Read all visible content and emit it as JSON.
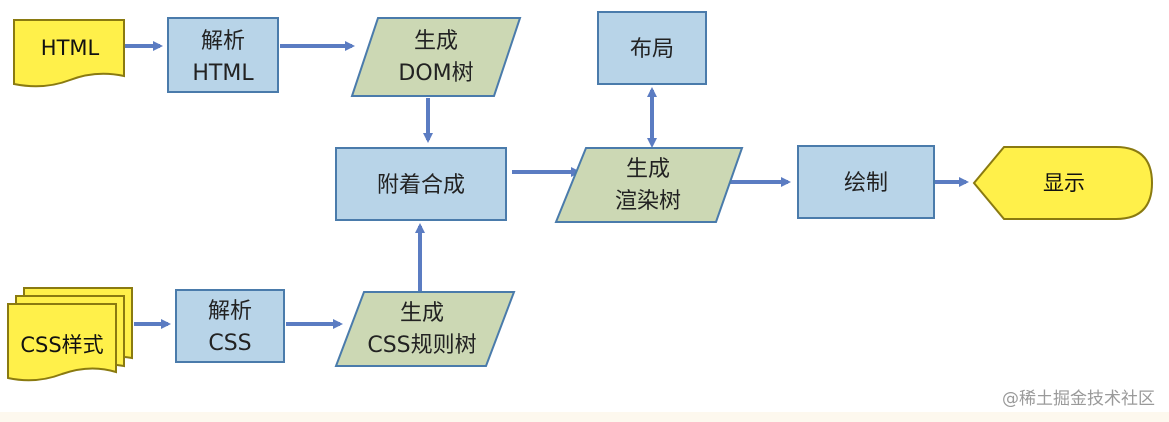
{
  "colors": {
    "process_fill": "#b8d4e8",
    "process_stroke": "#4a7bab",
    "data_fill": "#ccd8b4",
    "data_stroke": "#4a7bab",
    "document_fill": "#fff04a",
    "document_stroke": "#8a7a10",
    "arrow": "#5b7cc2"
  },
  "nodes": {
    "html_doc": {
      "line1": "HTML"
    },
    "parse_html": {
      "line1": "解析",
      "line2": "HTML"
    },
    "gen_dom": {
      "line1": "生成",
      "line2": "DOM树"
    },
    "attach": {
      "line1": "附着合成"
    },
    "layout": {
      "line1": "布局"
    },
    "gen_render": {
      "line1": "生成",
      "line2": "渲染树"
    },
    "paint": {
      "line1": "绘制"
    },
    "display": {
      "line1": "显示"
    },
    "css_doc": {
      "line1": "CSS样式"
    },
    "parse_css": {
      "line1": "解析",
      "line2": "CSS"
    },
    "gen_cssom": {
      "line1": "生成",
      "line2": "CSS规则树"
    }
  },
  "watermark": "@稀土掘金技术社区"
}
